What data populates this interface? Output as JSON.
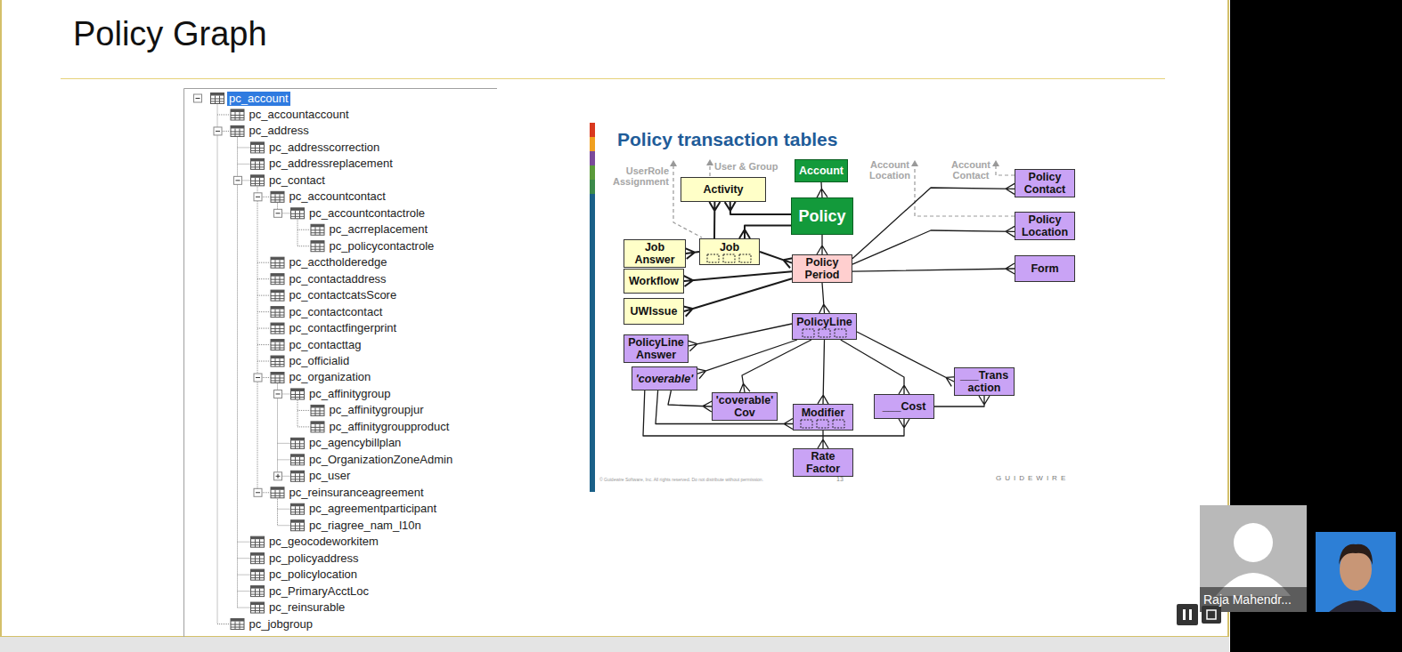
{
  "diagram": {
    "title": "Policy Graph",
    "nodes": [
      {
        "text": [
          "Account"
        ]
      },
      {
        "text": [
          "Activity"
        ]
      },
      {
        "text": [
          "Policy"
        ]
      },
      {
        "text": [
          "Policy Contact"
        ]
      },
      {
        "text": [
          "Policy Location"
        ]
      },
      {
        "text": [
          "Job Answer"
        ]
      },
      {
        "text": [
          "Job"
        ]
      },
      {
        "text": [
          "Policy Period"
        ]
      },
      {
        "text": [
          "Form"
        ]
      },
      {
        "text": [
          "Workflow"
        ]
      },
      {
        "text": [
          "UWIssue"
        ]
      },
      {
        "text": [
          "PolicyLine"
        ]
      },
      {
        "text": [
          "PolicyLine Answer"
        ]
      },
      {
        "text": [
          "'coverable'"
        ]
      },
      {
        "text": [
          "___Trans action"
        ]
      },
      {
        "text": [
          "'coverable' Cov"
        ]
      },
      {
        "text": [
          "Modifier"
        ]
      },
      {
        "text": [
          "___Cost"
        ]
      },
      {
        "text": [
          "Rate Factor"
        ]
      }
    ],
    "edges": [
      {
        "from": 0,
        "to": 2,
        "arrow": "to"
      },
      {
        "from": 2,
        "to": 1,
        "arrow": "to"
      },
      {
        "from": 2,
        "to": 6,
        "arrow": "to"
      },
      {
        "from": 6,
        "to": 1,
        "arrow": "to"
      },
      {
        "from": 6,
        "to": 5,
        "arrow": "to"
      },
      {
        "from": 6,
        "to": 7,
        "arrow": "to"
      },
      {
        "from": 2,
        "to": 7,
        "arrow": "to"
      },
      {
        "from": 7,
        "to": 9,
        "arrow": "to"
      },
      {
        "from": 7,
        "to": 10,
        "arrow": "to"
      },
      {
        "from": 7,
        "to": 3,
        "arrow": "to"
      },
      {
        "from": 7,
        "to": 4,
        "arrow": "to"
      },
      {
        "from": 7,
        "to": 8,
        "arrow": "to"
      },
      {
        "from": 7,
        "to": 11,
        "arrow": "to"
      },
      {
        "from": 11,
        "to": 12,
        "arrow": "to"
      },
      {
        "from": 11,
        "to": 13,
        "arrow": "to"
      },
      {
        "from": 11,
        "to": 15,
        "arrow": "to"
      },
      {
        "from": 11,
        "to": 16,
        "arrow": "to"
      },
      {
        "from": 11,
        "to": 17,
        "arrow": "to"
      },
      {
        "from": 11,
        "to": 14,
        "arrow": "to"
      },
      {
        "from": 13,
        "to": 15,
        "arrow": "to"
      },
      {
        "from": 13,
        "to": 16,
        "arrow": "to"
      },
      {
        "from": 13,
        "to": 17,
        "arrow": "to"
      },
      {
        "from": 17,
        "to": 14,
        "arrow": "to"
      },
      {
        "from": 16,
        "to": 18,
        "arrow": "to"
      }
    ],
    "labels": [
      "pc_account",
      "pc_accountaccount",
      "pc_address",
      "pc_addresscorrection",
      "pc_addressreplacement",
      "pc_contact",
      "pc_accountcontact",
      "pc_accountcontactrole",
      "pc_acrreplacement",
      "pc_policycontactrole",
      "pc_acctholderedge",
      "pc_contactaddress",
      "pc_contactcatsScore",
      "pc_contactcontact",
      "pc_contactfingerprint",
      "pc_contacttag",
      "pc_officialid",
      "pc_organization",
      "pc_affinitygroup",
      "pc_affinitygroupjur",
      "pc_affinitygroupproduct",
      "pc_agencybillplan",
      "pc_OrganizationZoneAdmin",
      "pc_user",
      "pc_reinsuranceagreement",
      "pc_agreementparticipant",
      "pc_riagree_nam_l10n",
      "pc_geocodeworkitem",
      "pc_policyaddress",
      "pc_policylocation",
      "pc_PrimaryAcctLoc",
      "pc_reinsurable",
      "pc_jobgroup",
      "Policy transaction tables",
      "UserRole Assignment",
      "User & Group",
      "Account Location",
      "Account Contact",
      "© Guidewire Software, Inc. All rights reserved. Do not distribute without permission.",
      "13",
      "GUIDEWIRE",
      "Raja Mahendr..."
    ]
  }
}
